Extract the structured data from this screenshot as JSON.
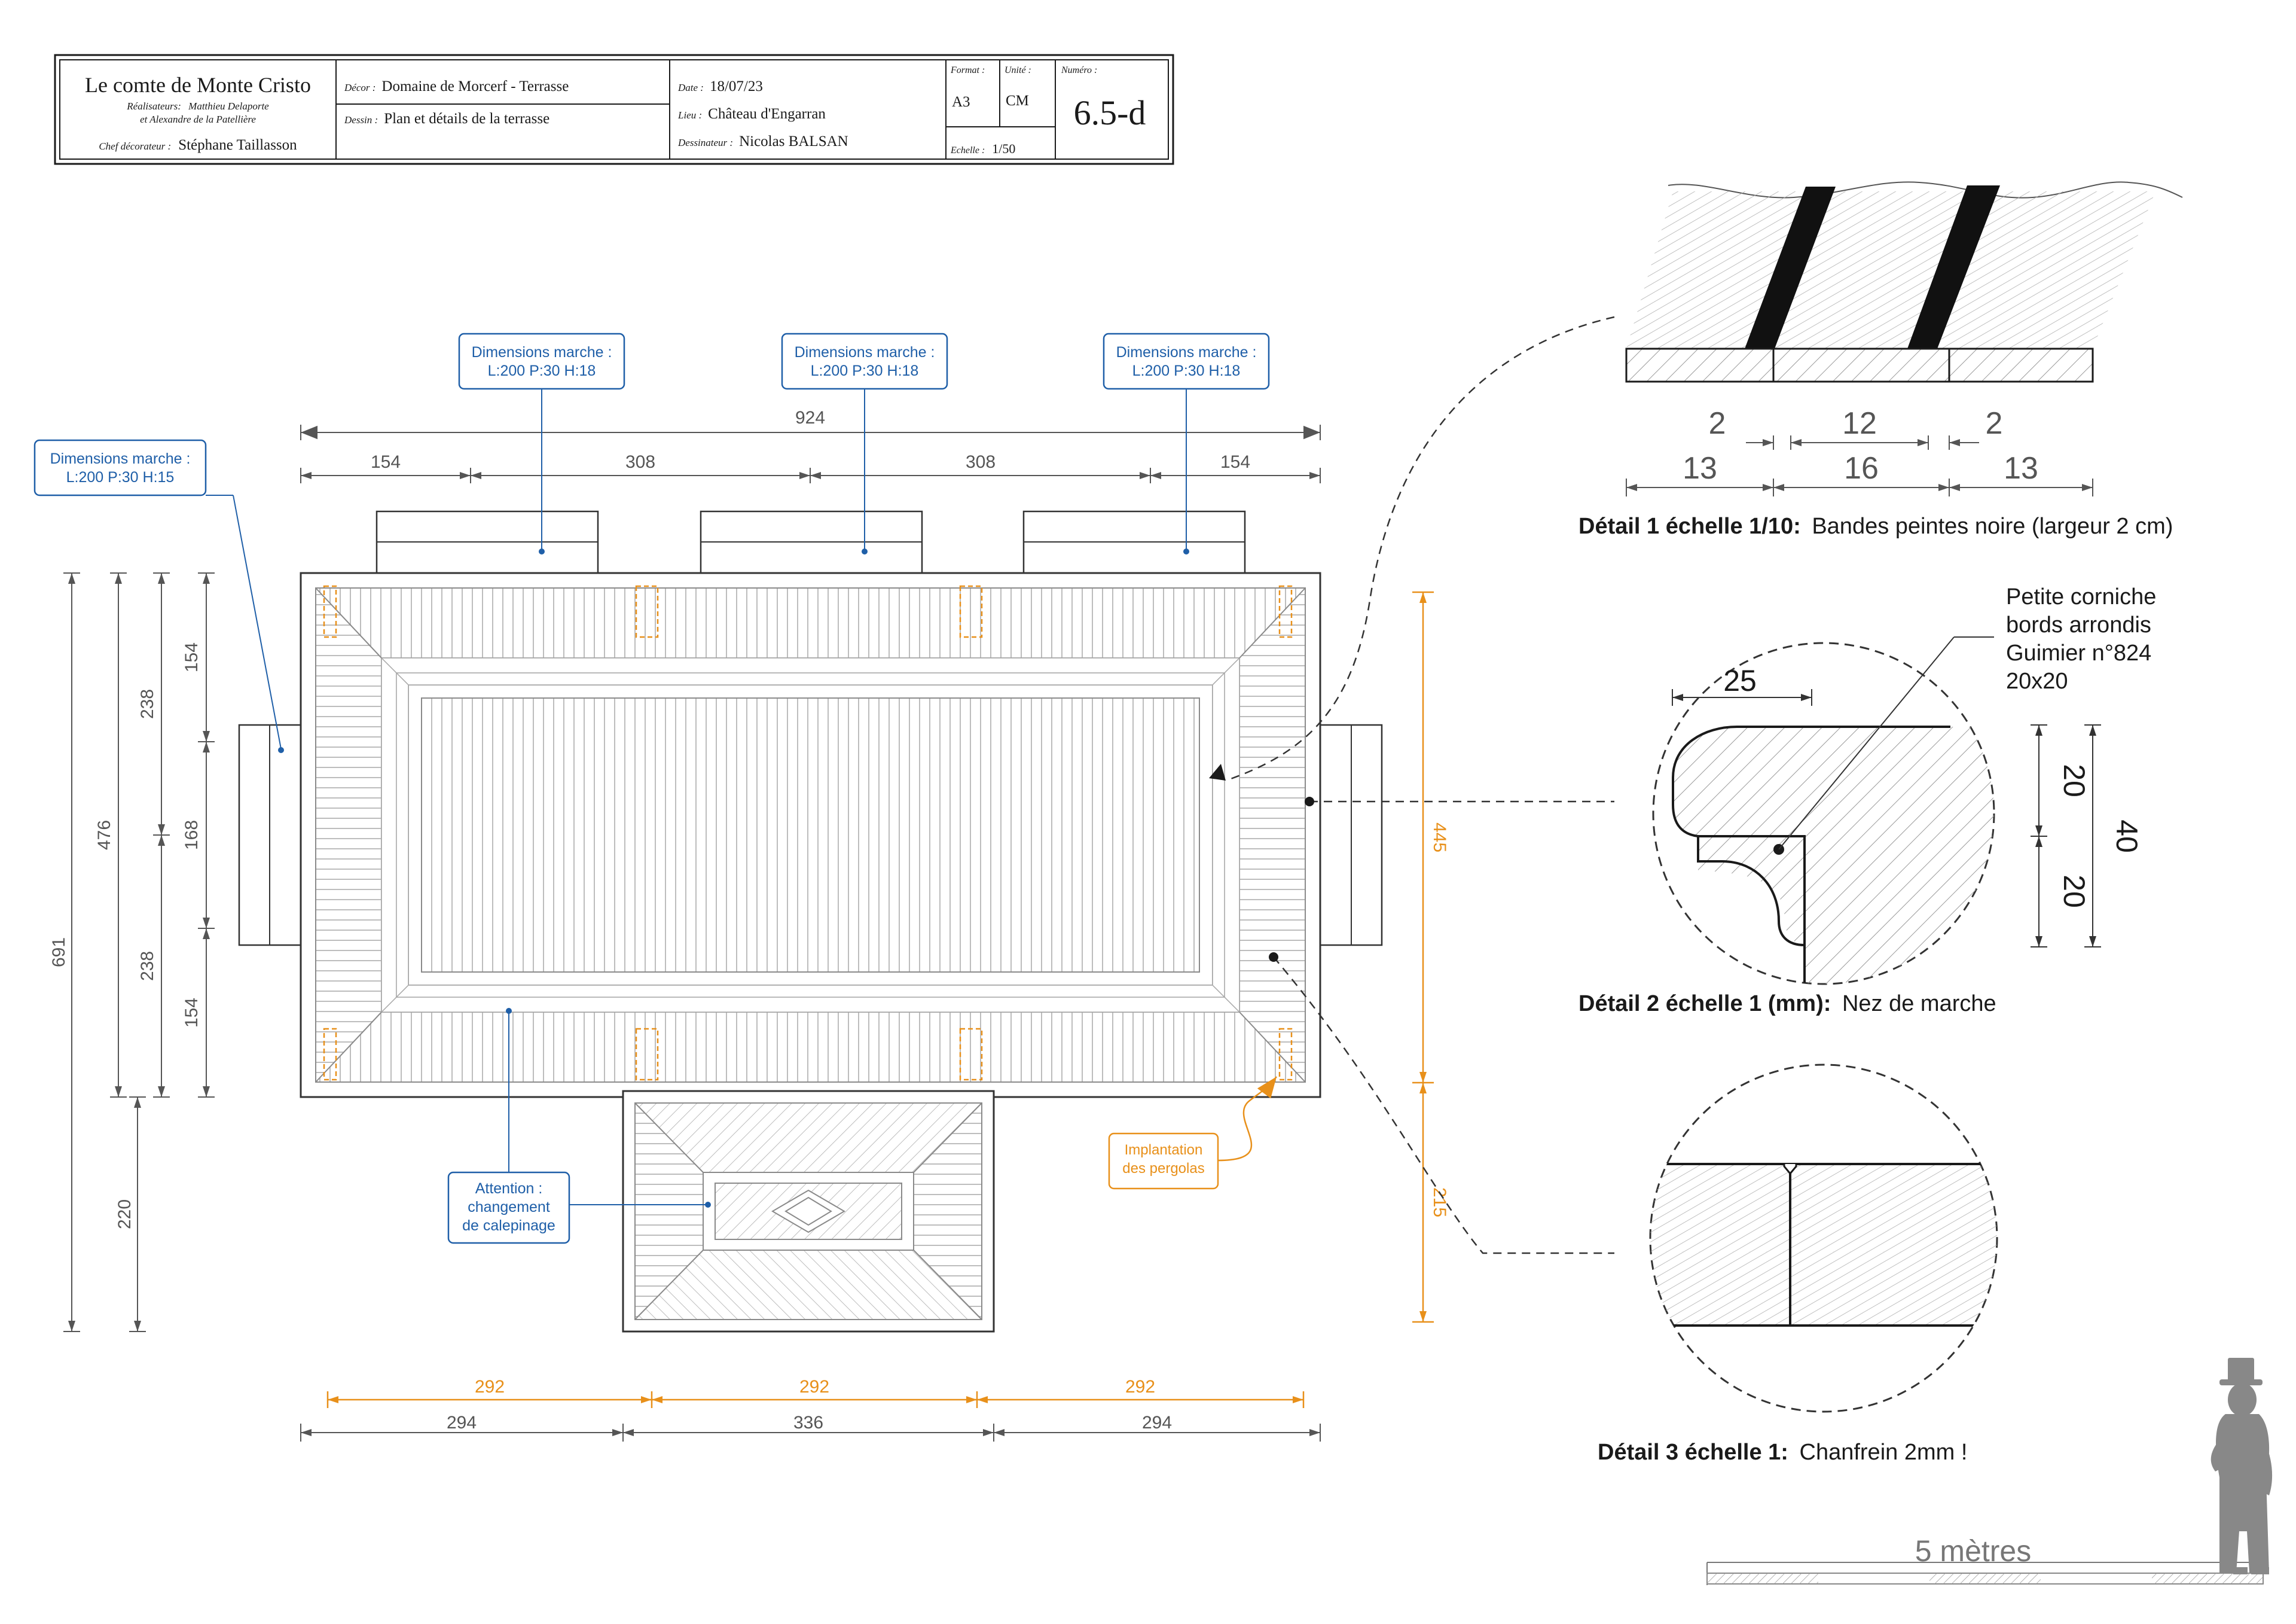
{
  "colors": {
    "ink": "#1a1a1a",
    "line": "#555555",
    "dim": "#666666",
    "blue": "#1f5fa8",
    "orange": "#e8901a",
    "paper": "#ffffff",
    "silhouette": "#888888"
  },
  "title_block": {
    "film_title": "Le comte de Monte Cristo",
    "directors_label": "Réalisateurs:",
    "directors_line1": "Matthieu Delaporte",
    "directors_line2": "et Alexandre de la Patellière",
    "chief_label": "Chef décorateur :",
    "chief_name": "Stéphane Taillasson",
    "decor_label": "Décor :",
    "decor_value": "Domaine de Morcerf - Terrasse",
    "drawing_label": "Dessin :",
    "drawing_value": "Plan et détails de la terrasse",
    "date_label": "Date :",
    "date_value": "18/07/23",
    "place_label": "Lieu :",
    "place_value": "Château d'Engarran",
    "drafter_label": "Dessinateur :",
    "drafter_value": "Nicolas BALSAN",
    "format_label": "Format :",
    "format_value": "A3",
    "unit_label": "Unité :",
    "unit_value": "CM",
    "scale_label": "Echelle :",
    "scale_value": "1/50",
    "number_label": "Numéro :",
    "number_value": "6.5-d"
  },
  "callouts": {
    "step_top": "Dimensions marche :",
    "step_top_dims": "L:200 P:30 H:18",
    "step_left": "Dimensions marche :",
    "step_left_dims": "L:200 P:30 H:15",
    "attention_1": "Attention :",
    "attention_2": "changement",
    "attention_3": "de calepinage",
    "pergola_1": "Implantation",
    "pergola_2": "des pergolas"
  },
  "dimensions": {
    "total_width": "924",
    "top_seg_a": "154",
    "top_seg_b": "308",
    "top_seg_c": "308",
    "top_seg_d": "154",
    "left_total": "691",
    "left_476": "476",
    "left_220": "220",
    "left_238a": "238",
    "left_238b": "238",
    "left_154a": "154",
    "left_168": "168",
    "left_154b": "154",
    "right_445": "445",
    "right_215": "215",
    "pergola_a": "292",
    "pergola_b": "292",
    "pergola_c": "292",
    "bottom_a": "294",
    "bottom_b": "336",
    "bottom_c": "294"
  },
  "detail1": {
    "title_bold": "Détail 1 échelle 1/10:",
    "title_rest": "Bandes peintes noire (largeur 2 cm)",
    "dim_2a": "2",
    "dim_12": "12",
    "dim_2b": "2",
    "dim_13a": "13",
    "dim_16": "16",
    "dim_13b": "13"
  },
  "detail2": {
    "title_bold": "Détail 2 échelle 1 (mm):",
    "title_rest": "Nez de marche",
    "note_1": "Petite corniche",
    "note_2": "bords arrondis",
    "note_3": "Guimier n°824",
    "note_4": "20x20",
    "dim_25": "25",
    "dim_20a": "20",
    "dim_20b": "20",
    "dim_40": "40"
  },
  "detail3": {
    "title_bold": "Détail 3 échelle 1:",
    "title_rest": "Chanfrein 2mm !"
  },
  "scale_bar": {
    "label": "5 mètres"
  }
}
